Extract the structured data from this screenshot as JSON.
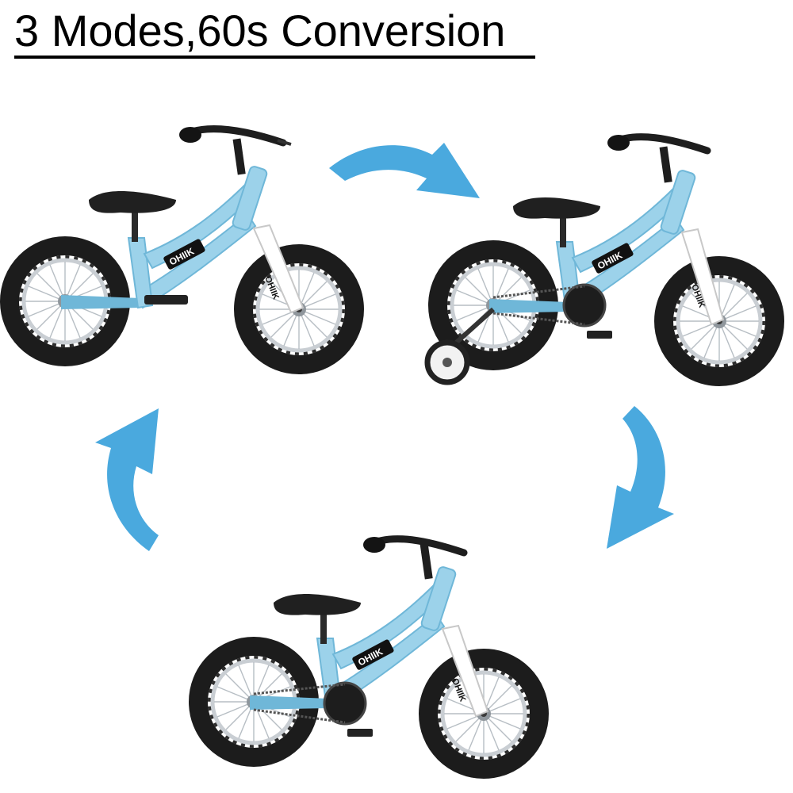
{
  "headline": "3 Modes,60s Conversion",
  "brand_label": "OHIIK",
  "colors": {
    "frame": "#9cd2ea",
    "frame_shade": "#6fb7d8",
    "fork": "#ffffff",
    "tire": "#1c1c1c",
    "rim": "#c9ced3",
    "arrow": "#4aa9de",
    "saddle": "#202020"
  },
  "modes": [
    {
      "id": "balance",
      "parts": [
        "handlebar",
        "saddle",
        "frame",
        "front-wheel",
        "rear-wheel",
        "footrest"
      ]
    },
    {
      "id": "training-wheels",
      "parts": [
        "handlebar",
        "saddle",
        "frame",
        "front-wheel",
        "rear-wheel",
        "pedals",
        "chain",
        "training-wheel"
      ]
    },
    {
      "id": "pedal",
      "parts": [
        "handlebar",
        "saddle",
        "frame",
        "front-wheel",
        "rear-wheel",
        "pedals",
        "chain"
      ]
    }
  ],
  "icons": [
    "curved-arrow-icon",
    "bike-icon"
  ]
}
